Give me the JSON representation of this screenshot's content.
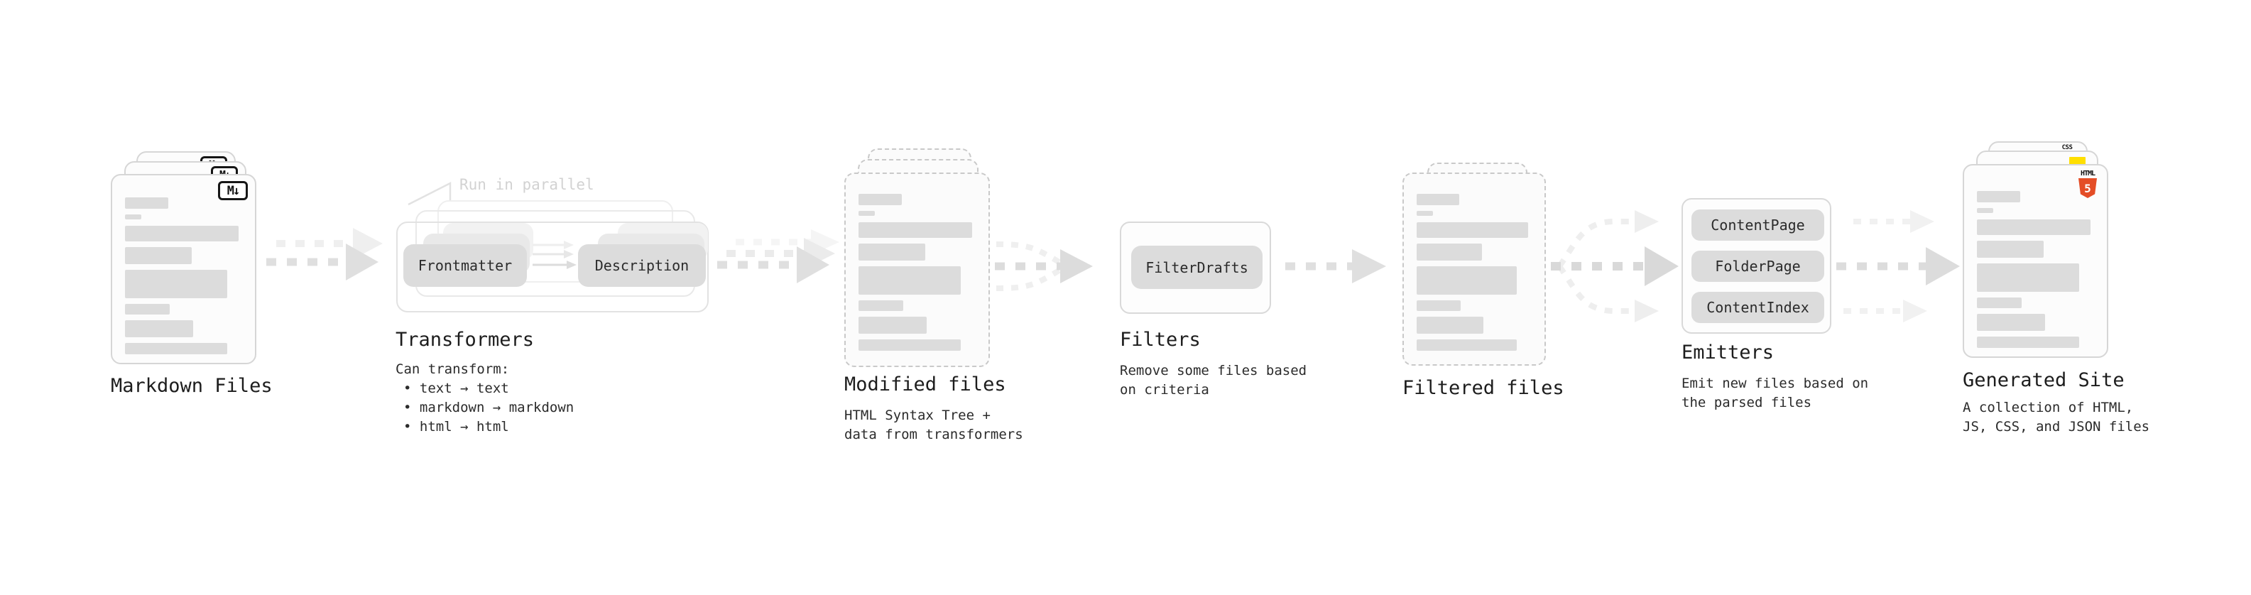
{
  "stages": {
    "markdown_files": {
      "label": "Markdown Files"
    },
    "transformers": {
      "label": "Transformers",
      "note": "Run in parallel",
      "input_pill": "Frontmatter",
      "output_pill": "Description",
      "desc_title": "Can transform:",
      "bullets": [
        "• text → text",
        "• markdown → markdown",
        "• html → html"
      ]
    },
    "modified_files": {
      "label": "Modified files",
      "desc": "HTML Syntax Tree +\ndata from transformers"
    },
    "filters": {
      "label": "Filters",
      "pill": "FilterDrafts",
      "desc": "Remove some files based\non criteria"
    },
    "filtered_files": {
      "label": "Filtered files"
    },
    "emitters": {
      "label": "Emitters",
      "pills": [
        "ContentPage",
        "FolderPage",
        "ContentIndex"
      ],
      "desc": "Emit new files based on\nthe parsed files"
    },
    "generated_site": {
      "label": "Generated Site",
      "desc": "A collection of HTML,\nJS, CSS, and JSON files"
    }
  },
  "icons": {
    "markdown_badge": "M↓",
    "css_badge": "CSS",
    "html_badge_text": "HTML",
    "html5_shield_number": "5"
  },
  "colors": {
    "html5_orange": "#e44d26",
    "js_yellow": "#ffdf00",
    "css_blue": "#2862e9"
  }
}
